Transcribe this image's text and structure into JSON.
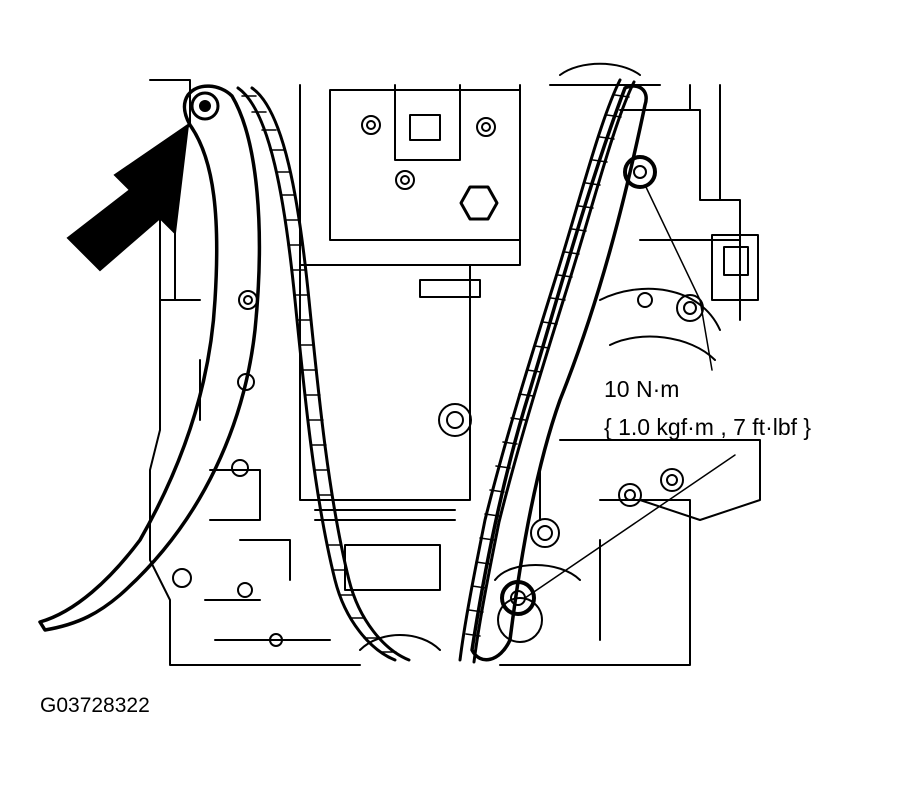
{
  "annotation": {
    "torque_value": "10 N·m",
    "torque_alt": "{ 1.0 kgf·m , 7 ft·lbf }"
  },
  "figure_id": "G03728322",
  "colors": {
    "ink": "#000000",
    "paper": "#ffffff"
  },
  "icons": [
    "pointer-arrow-icon"
  ]
}
